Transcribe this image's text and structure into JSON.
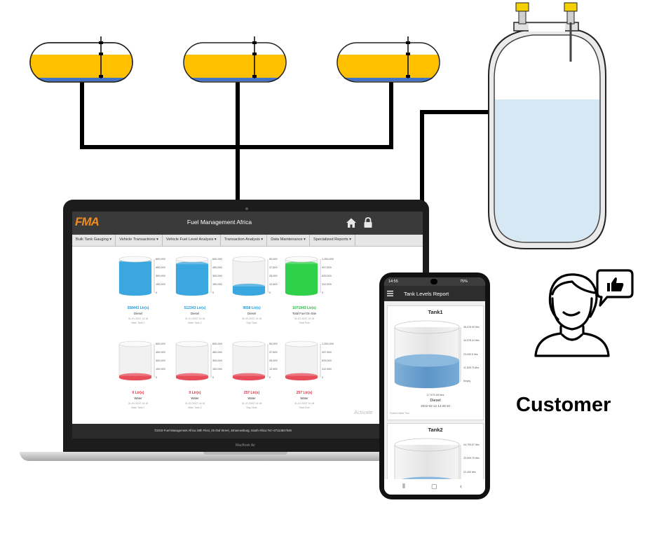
{
  "laptop": {
    "app_logo": "FMA",
    "app_title": "Fuel Management Africa",
    "nav": [
      "Bulk Tank Gauging ▾",
      "Vehicle Transactions ▾",
      "Vehicle Fuel Level Analysis ▾",
      "Transaction Analysis ▾",
      "Data Maintenance ▾",
      "Specialized Reports ▾"
    ],
    "tanks": [
      {
        "amount": "558443 Ltr(s)",
        "type": "Diesel",
        "date": "31-01-2022 14:18",
        "name": "Main Tank 1",
        "fill": 0.92,
        "color": "#3aa7e0",
        "amount_color": "#1d9ad6",
        "ticks": [
          "600,000",
          "450,000",
          "300,000",
          "150,000",
          "0"
        ]
      },
      {
        "amount": "512343 Ltr(s)",
        "type": "Diesel",
        "date": "31-01-2022 14:18",
        "name": "Main Tank 2",
        "fill": 0.85,
        "color": "#3aa7e0",
        "amount_color": "#1d9ad6",
        "ticks": [
          "600,000",
          "450,000",
          "300,000",
          "150,000",
          "0"
        ]
      },
      {
        "amount": "9658 Ltr(s)",
        "type": "Diesel",
        "date": "31-01-2022 14:18",
        "name": "Day Tank",
        "fill": 0.19,
        "color": "#3aa7e0",
        "amount_color": "#1d9ad6",
        "ticks": [
          "50,000",
          "37,500",
          "25,000",
          "12,500",
          "0"
        ]
      },
      {
        "amount": "1071943 Ltr(s)",
        "type": "Total Fuel On Site",
        "date": "31-01-2022 14:18",
        "name": "Total Fuel",
        "fill": 0.86,
        "color": "#2fd14a",
        "amount_color": "#28b83f",
        "ticks": [
          "1,250,000",
          "937,500",
          "625,000",
          "312,500",
          "0"
        ]
      },
      {
        "amount": "0 Ltr(s)",
        "type": "Water",
        "date": "31-01-2022 14:18",
        "name": "Main Tank 1",
        "fill": 0.0,
        "color": "#e84c5a",
        "amount_color": "#e0303e",
        "ticks": [
          "600,000",
          "450,000",
          "300,000",
          "150,000",
          "0"
        ]
      },
      {
        "amount": "0 Ltr(s)",
        "type": "Water",
        "date": "31-01-2022 14:18",
        "name": "Main Tank 2",
        "fill": 0.0,
        "color": "#e84c5a",
        "amount_color": "#e0303e",
        "ticks": [
          "600,000",
          "450,000",
          "300,000",
          "150,000",
          "0"
        ]
      },
      {
        "amount": "257 Ltr(s)",
        "type": "Water",
        "date": "31-01-2022 14:18",
        "name": "Day Tank",
        "fill": 0.0,
        "color": "#e84c5a",
        "amount_color": "#e0303e",
        "ticks": [
          "50,000",
          "37,500",
          "25,000",
          "12,500",
          "0"
        ]
      },
      {
        "amount": "257 Ltr(s)",
        "type": "Water",
        "date": "31-01-2022 14:18",
        "name": "Total Fuel",
        "fill": 0.0,
        "color": "#e84c5a",
        "amount_color": "#e0303e",
        "ticks": [
          "1,250,000",
          "937,500",
          "625,000",
          "312,500",
          "0"
        ]
      }
    ],
    "footer": "©2019 Fuel Management Africa 19th Floor, 25 Owl Street, Johannesburg, South Africa Tel:+27114827048",
    "activate": "Activate",
    "brand": "MacBook Air"
  },
  "phone": {
    "time": "14:55",
    "battery": "75%",
    "title": "Tank Levels Report",
    "cards": [
      {
        "title": "Tank1",
        "ticks": [
          "46,076.99 litrs",
          "34,578.24 litrs",
          "23,053.5 litrs",
          "11,526.75 litrs",
          "Empty"
        ],
        "value": "17,979.39 litrs",
        "type": "Diesel",
        "date": "2022-02-12 14:28:10",
        "credit": "FusionCharts Trial",
        "fill": 0.39
      },
      {
        "title": "Tank2",
        "ticks": [
          "44,799.67 litrs",
          "33,599.75 litrs",
          "22,400 litrs"
        ],
        "fill": 0.3
      }
    ]
  },
  "customer": {
    "label": "Customer"
  },
  "colors": {
    "fuel": "#FFC000",
    "water_layer": "#4472C4",
    "vessel_liquid": "#D6E8F4",
    "pipe": "#000000"
  }
}
